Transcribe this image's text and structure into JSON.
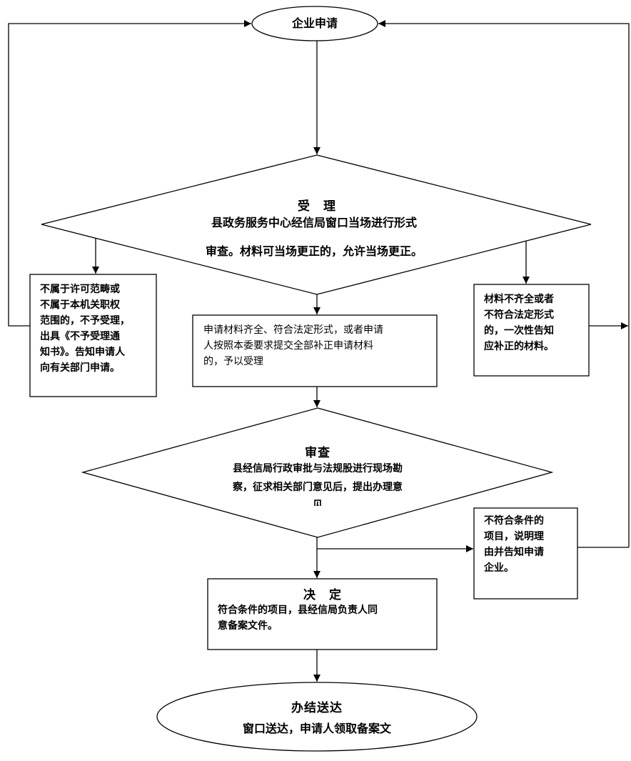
{
  "nodes": {
    "start": {
      "label": "企业申请"
    },
    "accept": {
      "title": "受　理",
      "lines": [
        "县政务服务中心经信局窗口当场进行形式",
        "审查。材料可当场更正的，允许当场更正。"
      ]
    },
    "reject_scope": {
      "lines": [
        "不属于许可范畴或",
        "不属于本机关职权",
        "范围的，不予受理，",
        "出具《不予受理通",
        "知书》。告知申请人",
        "向有关部门申请。"
      ]
    },
    "accepted": {
      "lines": [
        "申请材料齐全、符合法定形式，或者申请",
        "人按照本委要求提交全部补正申请材料",
        "的，予以受理"
      ]
    },
    "incomplete": {
      "lines": [
        "材料不齐全或者",
        "不符合法定形式",
        "的，一次性告知",
        "应补正的材料。"
      ]
    },
    "review": {
      "title": "审查",
      "lines": [
        "县经信局行政审批与法规股进行现场勘",
        "察，征求相关部门意见后，提出办理意",
        "见"
      ]
    },
    "not_qualified": {
      "lines": [
        "不符合条件的",
        "项目，说明理",
        "由并告知申请",
        "企业。"
      ]
    },
    "decision": {
      "title": "决　定",
      "lines": [
        "符合条件的项目，县经信局负责人同",
        "意备案文件。"
      ]
    },
    "finish": {
      "title": "办结送达",
      "line": "窗口送达，申请人领取备案文"
    }
  }
}
